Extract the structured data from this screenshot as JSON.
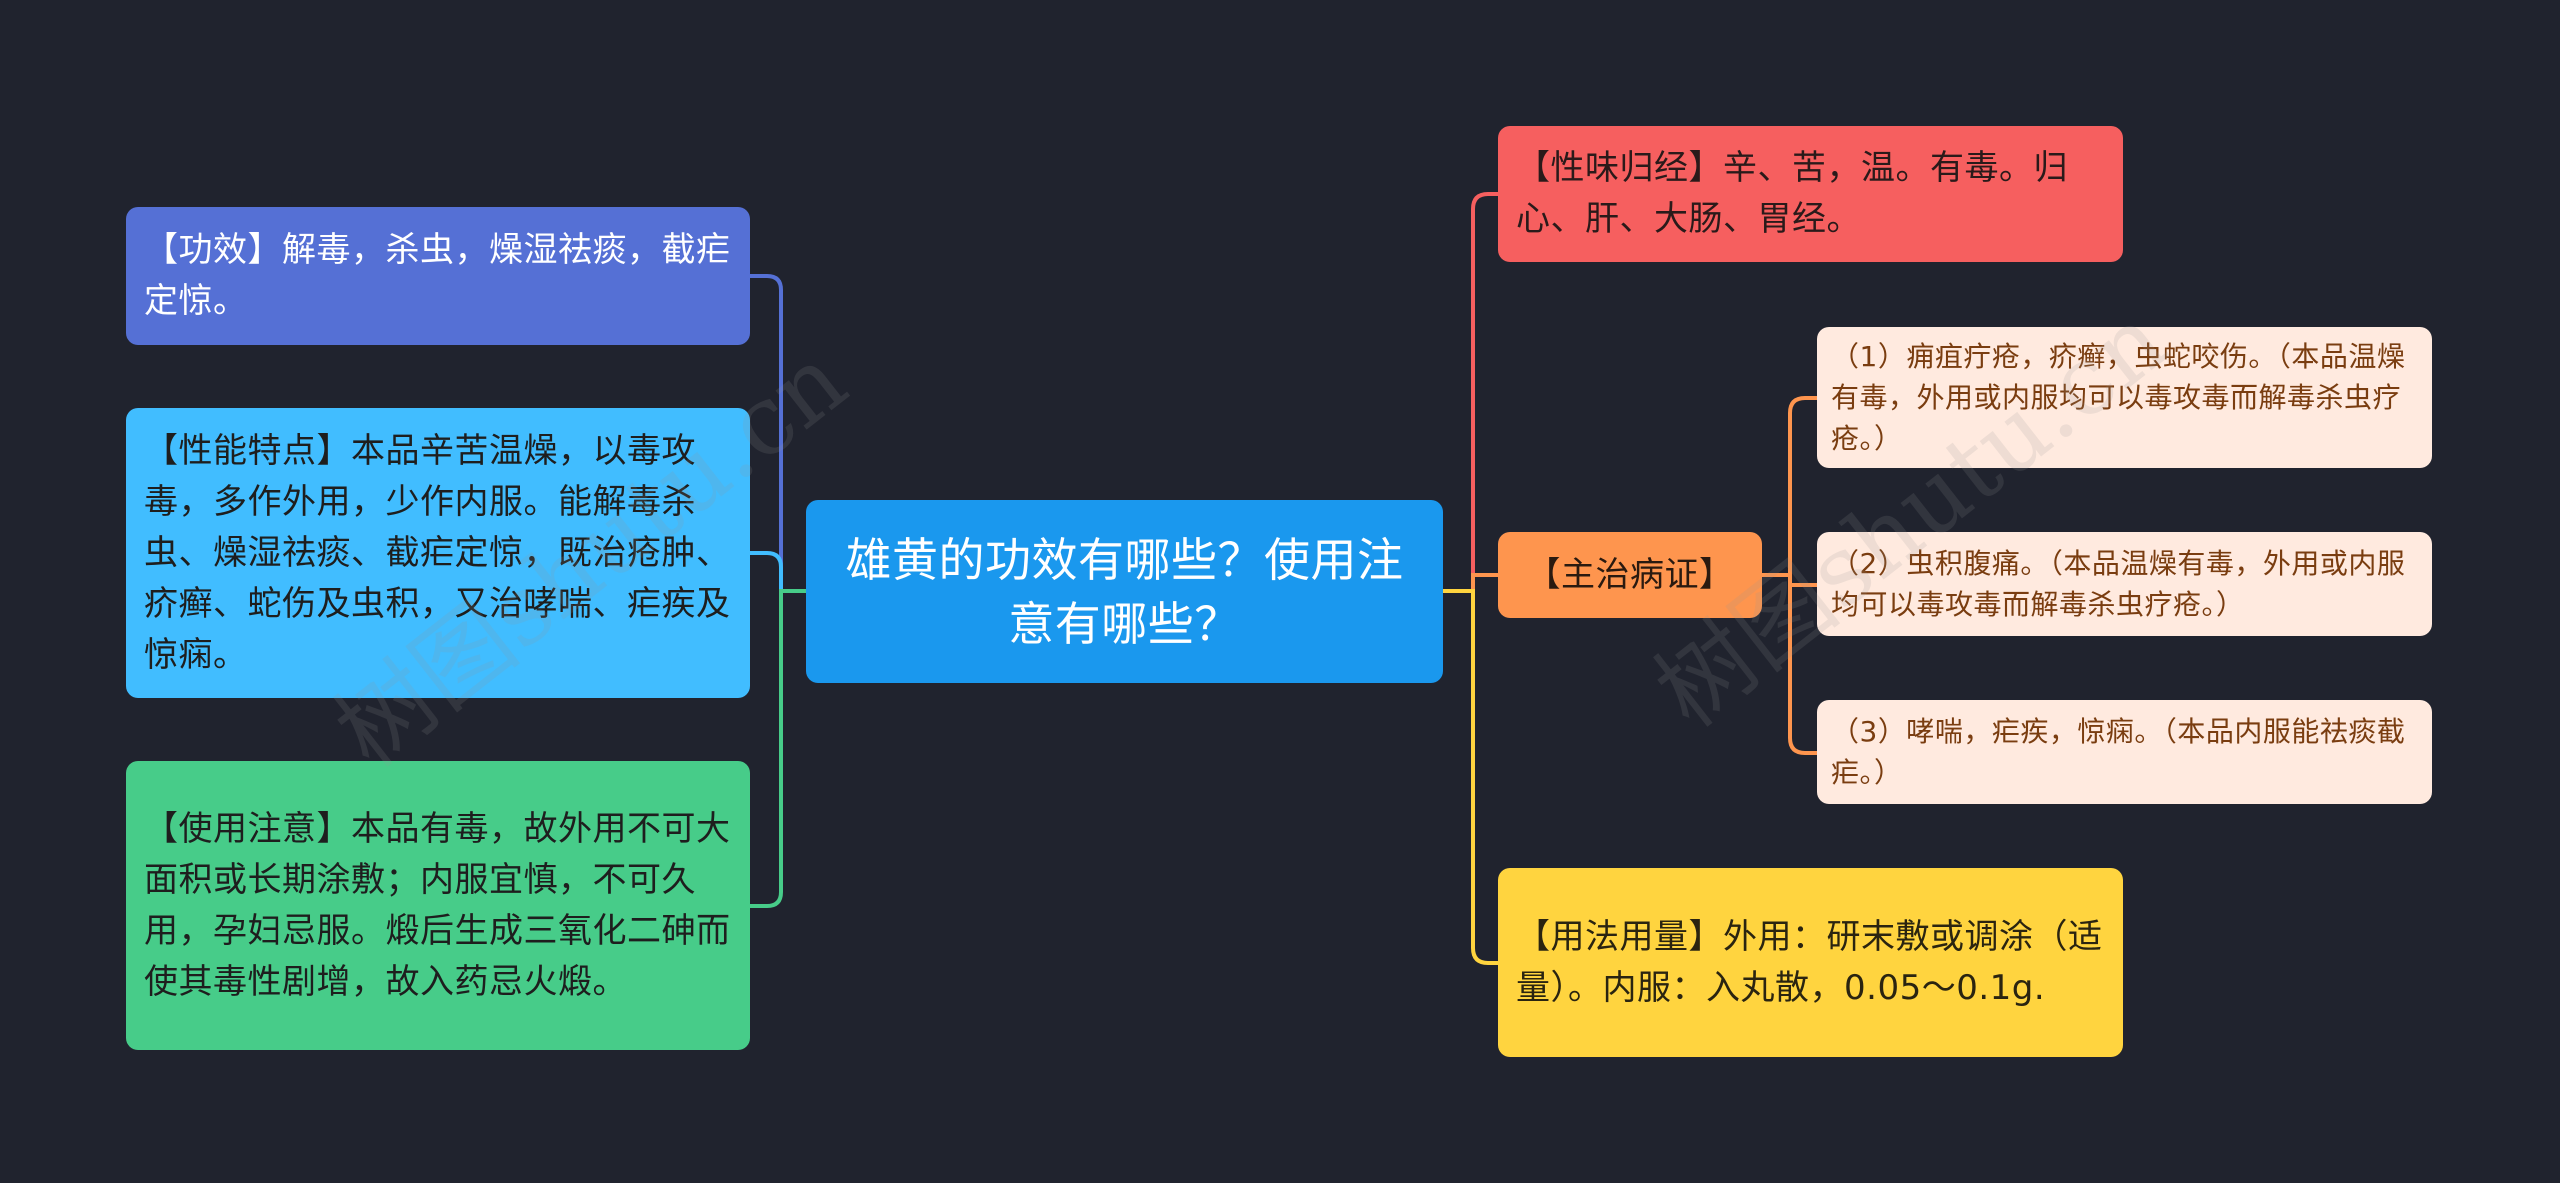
{
  "center": {
    "title": "雄黄的功效有哪些？使用注意有哪些？",
    "color": "#1a98ee"
  },
  "left_nodes": [
    {
      "label": "【功效】解毒，杀虫，燥湿祛痰，截疟定惊。",
      "color": "#5570d5"
    },
    {
      "label": "【性能特点】本品辛苦温燥，以毒攻毒，多作外用，少作内服。能解毒杀虫、燥湿祛痰、截疟定惊，既治疮肿、疥癣、蛇伤及虫积，又治哮喘、疟疾及惊痫。",
      "color": "#41bdff"
    },
    {
      "label": "【使用注意】本品有毒，故外用不可大面积或长期涂敷；内服宜慎，不可久用，孕妇忌服。煅后生成三氧化二砷而使其毒性剧增，故入药忌火煅。",
      "color": "#47cc89"
    }
  ],
  "right_nodes": [
    {
      "label": "【性味归经】辛、苦，温。有毒。归心、肝、大肠、胃经。",
      "color": "#f65f5f"
    },
    {
      "label": "【主治病证】",
      "color": "#fe954e",
      "children": [
        {
          "label": "（1）痈疽疔疮，疥癣，虫蛇咬伤。（本品温燥有毒，外用或内服均可以毒攻毒而解毒杀虫疗疮。）"
        },
        {
          "label": "（2）虫积腹痛。（本品温燥有毒，外用或内服均可以毒攻毒而解毒杀虫疗疮。）"
        },
        {
          "label": "（3）哮喘，疟疾，惊痫。（本品内服能祛痰截疟。）"
        }
      ]
    },
    {
      "label": "【用法用量】外用：研末敷或调涂（适量）。内服：入丸散，0.05～0.1g.",
      "color": "#ffd43f"
    }
  ],
  "watermarks": [
    "树图shutu.cn",
    "树图shutu.cn"
  ]
}
